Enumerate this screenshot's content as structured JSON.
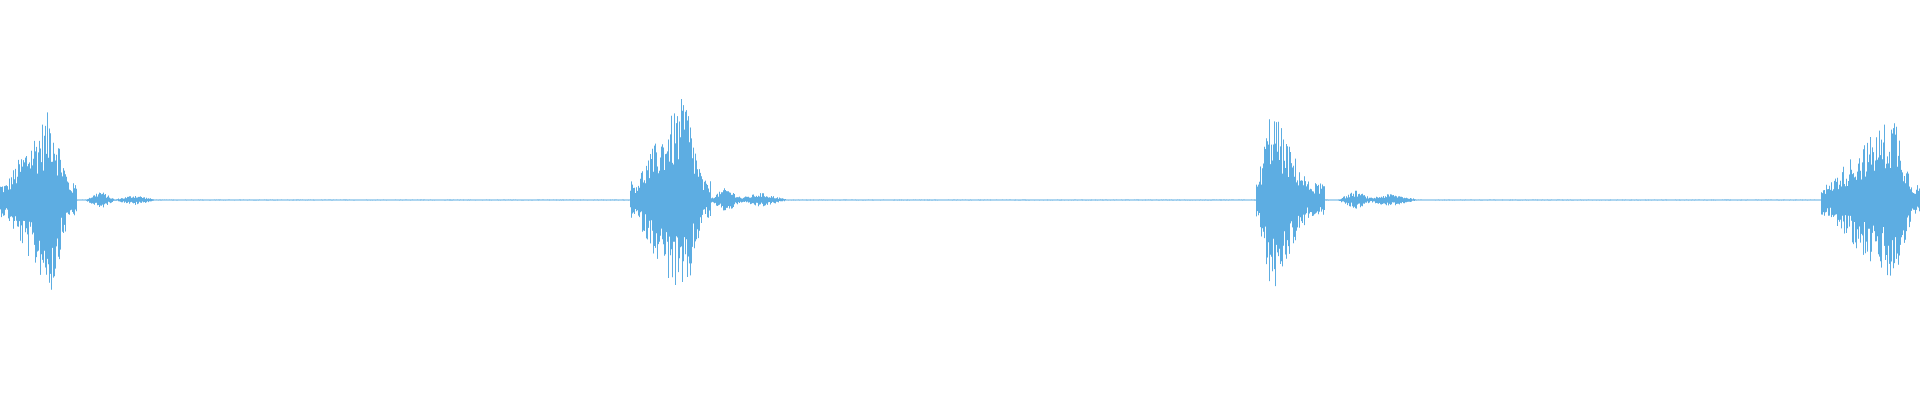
{
  "waveform": {
    "color": "#5DADE2",
    "background": "#FFFFFF",
    "bursts": [
      {
        "name": "burst-1",
        "start": 0.0,
        "peak": 0.027,
        "end": 0.04,
        "amplitude": 0.88
      },
      {
        "name": "burst-2",
        "start": 0.328,
        "peak": 0.357,
        "end": 0.37,
        "amplitude": 1.0
      },
      {
        "name": "burst-3",
        "start": 0.654,
        "peak": 0.662,
        "end": 0.69,
        "amplitude": 0.9
      },
      {
        "name": "burst-4",
        "start": 0.948,
        "peak": 0.987,
        "end": 1.0,
        "amplitude": 0.82
      }
    ],
    "echoes": [
      {
        "name": "echo-1a",
        "center": 0.052,
        "width": 0.008,
        "amplitude": 0.09
      },
      {
        "name": "echo-1b",
        "center": 0.07,
        "width": 0.012,
        "amplitude": 0.05
      },
      {
        "name": "echo-2a",
        "center": 0.378,
        "width": 0.01,
        "amplitude": 0.12
      },
      {
        "name": "echo-2b",
        "center": 0.396,
        "width": 0.015,
        "amplitude": 0.07
      },
      {
        "name": "echo-3a",
        "center": 0.706,
        "width": 0.01,
        "amplitude": 0.09
      },
      {
        "name": "echo-3b",
        "center": 0.724,
        "width": 0.016,
        "amplitude": 0.06
      }
    ]
  }
}
